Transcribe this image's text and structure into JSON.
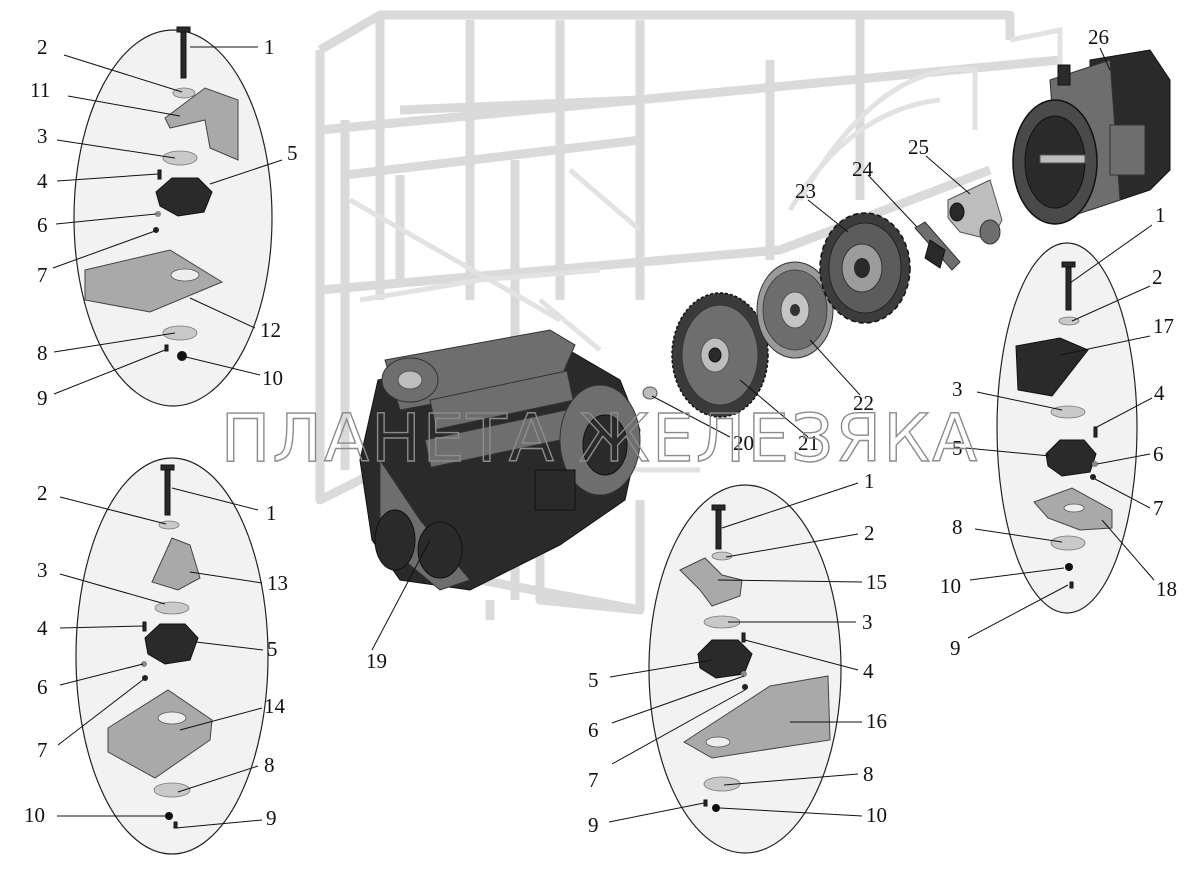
{
  "watermark": "ПЛАНЕТА ЖЕЛЕЗЯКА",
  "colors": {
    "background": "#ffffff",
    "frame": "#dadada",
    "oval_fill": "#f2f2f2",
    "part_dark": "#2a2a2a",
    "text": "#111111"
  },
  "callouts": {
    "g1": {
      "n1": "1",
      "n2": "2",
      "n11": "11",
      "n3": "3",
      "n5": "5",
      "n4": "4",
      "n6": "6",
      "n7": "7",
      "n12": "12",
      "n8": "8",
      "n9": "9",
      "n10": "10"
    },
    "g2": {
      "n2": "2",
      "n1": "1",
      "n3": "3",
      "n13": "13",
      "n4": "4",
      "n5": "5",
      "n6": "6",
      "n7": "7",
      "n14": "14",
      "n8": "8",
      "n10": "10",
      "n9": "9"
    },
    "main": {
      "n19": "19",
      "n20": "20",
      "n21": "21",
      "n22": "22",
      "n23": "23",
      "n24": "24",
      "n25": "25",
      "n26": "26"
    },
    "g3": {
      "n1": "1",
      "n2": "2",
      "n15": "15",
      "n3": "3",
      "n5": "5",
      "n4": "4",
      "n6": "6",
      "n16": "16",
      "n7": "7",
      "n8": "8",
      "n9": "9",
      "n10": "10"
    },
    "g4": {
      "n1": "1",
      "n2": "2",
      "n17": "17",
      "n3": "3",
      "n4": "4",
      "n5": "5",
      "n6": "6",
      "n7": "7",
      "n8": "8",
      "n18": "18",
      "n10": "10",
      "n9": "9"
    }
  }
}
